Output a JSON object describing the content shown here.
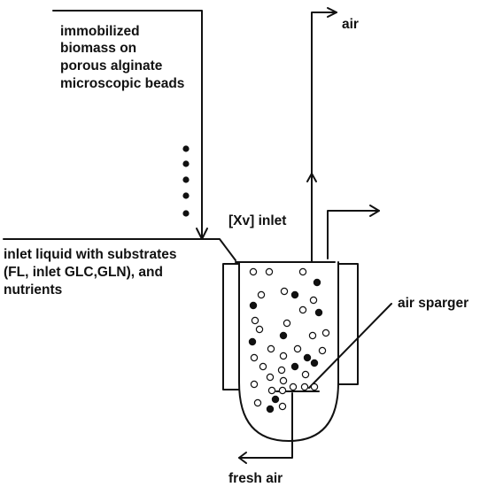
{
  "labels": {
    "biomass_line1": "immobilized",
    "biomass_line2": "biomass on",
    "biomass_line3": "porous alginate",
    "biomass_line4": "microscopic beads",
    "air_out": "air",
    "xv_inlet": "[Xv] inlet",
    "liquid_line1": "inlet liquid with substrates",
    "liquid_line2": "(FL, inlet GLC,GLN), and",
    "liquid_line3": "nutrients",
    "sparger": "air sparger",
    "fresh_air": "fresh air"
  },
  "colors": {
    "ink": "#111111",
    "background": "#ffffff"
  }
}
